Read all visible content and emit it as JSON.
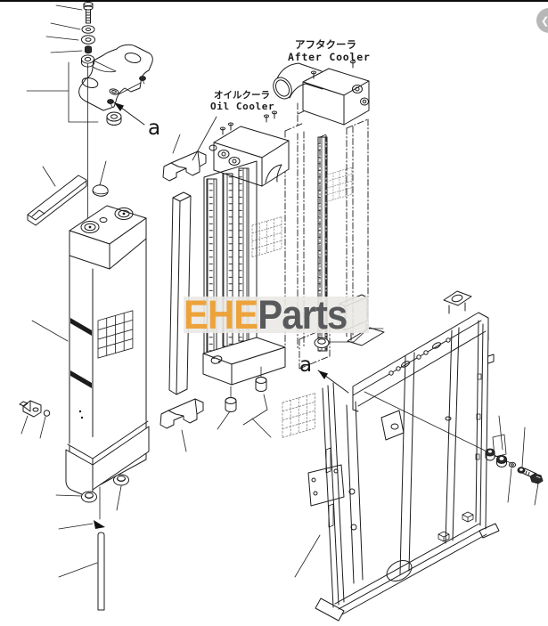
{
  "page": {
    "background": "#ffffff",
    "line_color": "#1c1c1c",
    "top_border_color": "#0b0b0b"
  },
  "labels": {
    "after_cooler_jp": "アフタクーラ",
    "after_cooler_en": "After Cooler",
    "oil_cooler_jp": "オイルクーラ",
    "oil_cooler_en": "Oil Cooler"
  },
  "view_markers": {
    "left": "a",
    "right": "a"
  },
  "watermark": {
    "text_primary": "EHE",
    "text_secondary": "Parts",
    "primary_color": "#ECA33B",
    "secondary_color": "#58595B",
    "band_color": "rgba(235,233,230,0.9)"
  },
  "floating_button": {
    "glyph": "❮",
    "background": "#B7B7B7",
    "glyph_color": "#FFFFFF"
  }
}
